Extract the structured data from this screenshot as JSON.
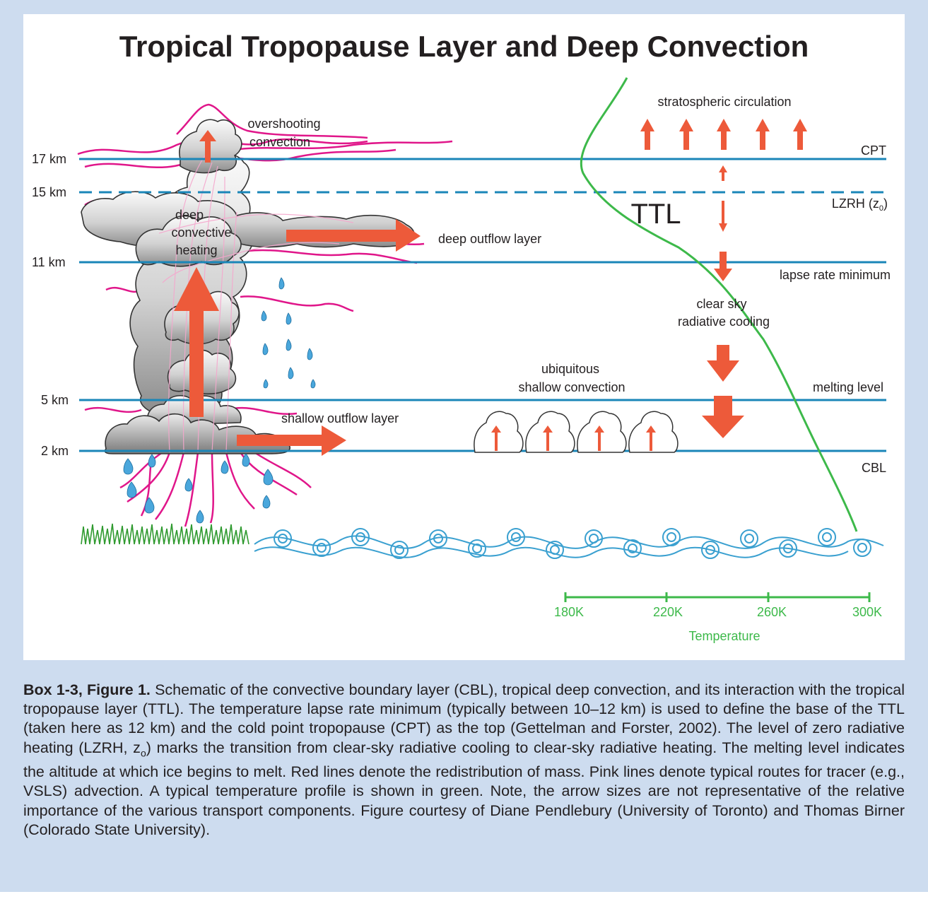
{
  "title": "Tropical Tropopause Layer and Deep Convection",
  "altitude_labels": [
    "17 km",
    "15 km",
    "11 km",
    "5 km",
    "2 km"
  ],
  "level_labels": {
    "cpt": "CPT",
    "lzrh": "LZRH (z",
    "lzrh_sub": "0",
    "lzrh_close": ")",
    "lapse": "lapse rate minimum",
    "melting": "melting level",
    "cbl": "CBL"
  },
  "annotations": {
    "overshooting_1": "overshooting",
    "overshooting_2": "convection",
    "deep_heating_1": "deep",
    "deep_heating_2": "convective",
    "deep_heating_3": "heating",
    "deep_outflow": "deep outflow layer",
    "shallow_outflow": "shallow outflow layer",
    "ubiquitous_1": "ubiquitous",
    "ubiquitous_2": "shallow convection",
    "strat_circ": "stratospheric circulation",
    "ttl": "TTL",
    "clear_sky_1": "clear sky",
    "clear_sky_2": "radiative cooling"
  },
  "temperature_axis": {
    "ticks": [
      "180K",
      "220K",
      "260K",
      "300K"
    ],
    "label": "Temperature"
  },
  "colors": {
    "frame": "#cddcef",
    "level_line": "#1a86b8",
    "arrow": "#ed5a3a",
    "tracer": "#e0168a",
    "temperature": "#3db94a",
    "rain": "#4aa7dc",
    "wave": "#3aa0d0",
    "grass": "#2f9a2f"
  },
  "caption": {
    "bold": "Box 1-3, Figure 1.",
    "text1": " Schematic of the convective boundary layer (CBL), tropical deep convection, and its interaction with the tropical tropopause layer (TTL). The temperature lapse rate minimum (typically between 10–12 km) is used to define the base of the TTL (taken here as 12 km) and the cold point tropopause (CPT) as the top (Gettelman and Forster, 2002). The level of zero radiative heating (LZRH, z",
    "sub": "o",
    "text2": ") marks the transition from clear-sky radiative cooling to clear-sky radiative heating. The melting level indicates the altitude at which ice begins to melt. Red lines denote the redistribution of mass. Pink lines denote typical routes for tracer (e.g., VSLS) advection. A typical temperature profile is shown in green. Note, the arrow sizes are not representative of the relative importance of the various transport components. Figure courtesy of Diane Pendlebury (University of Toronto) and Thomas Birner (Colorado State University)."
  }
}
